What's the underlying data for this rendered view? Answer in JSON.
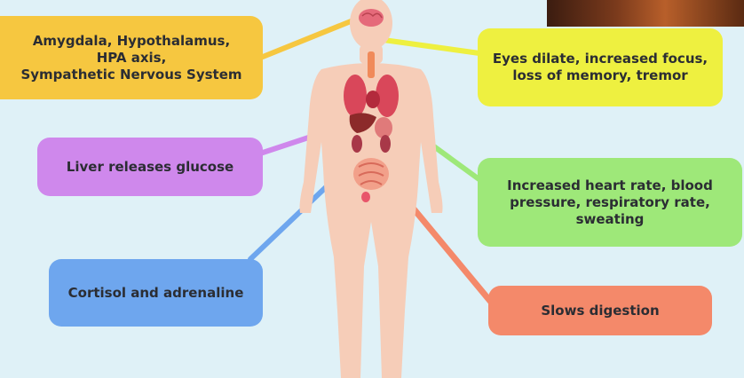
{
  "labels": {
    "brain_regions": "Amygdala, Hypothalamus,\nHPA axis,\nSympathetic Nervous System",
    "eyes": "Eyes dilate, increased focus,\nloss of memory, tremor",
    "liver": "Liver releases glucose",
    "heart": "Increased heart rate, blood\npressure, respiratory rate,\nsweating",
    "hormones": "Cortisol and adrenaline",
    "digestion": "Slows digestion"
  },
  "colors": {
    "background": "#dff1f7",
    "yellow": "#f6c740",
    "lime": "#eef040",
    "purple": "#cf88ec",
    "green": "#9ee879",
    "blue": "#6ea6ee",
    "orange": "#f4896a",
    "body_skin": "#f6cdb8"
  }
}
